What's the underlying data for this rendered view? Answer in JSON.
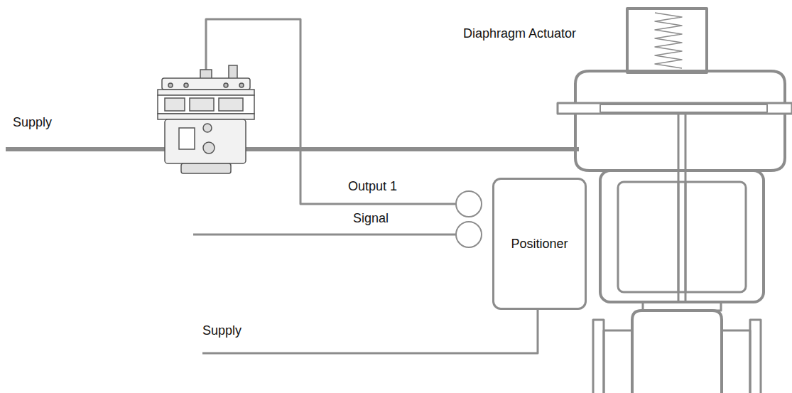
{
  "diagram": {
    "nodes": [
      {
        "text": [
          "Positioner"
        ]
      }
    ],
    "labels": [
      "Supply",
      "Diaphragm Actuator",
      "Output 1",
      "Signal",
      "Supply"
    ]
  }
}
